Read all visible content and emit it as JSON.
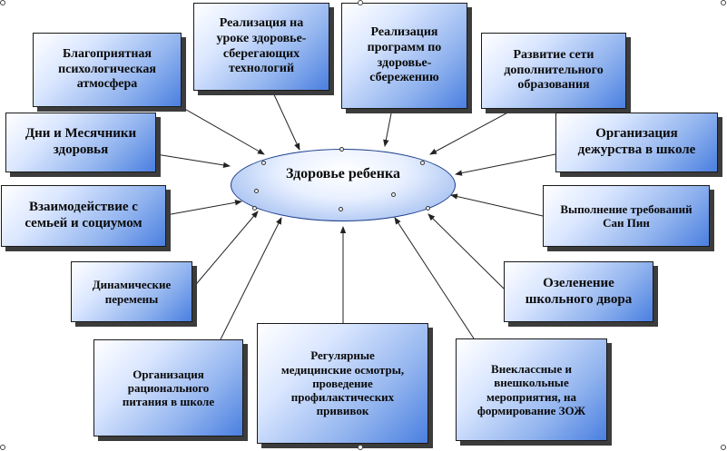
{
  "center": {
    "label": "Здоровье ребенка"
  },
  "boxes": {
    "atmosphere": [
      "Благоприятная",
      "психологическая",
      "атмосфера"
    ],
    "lesson_tech": [
      "Реализация на",
      "уроке здоровье-",
      "сберегающих",
      "технологий"
    ],
    "programs": [
      "Реализация",
      "программ по",
      "здоровье-",
      "сбережению"
    ],
    "extra_edu": [
      "Развитие сети",
      "дополнительного",
      "образования"
    ],
    "health_days": [
      "Дни и Месячники",
      "здоровья"
    ],
    "duty": [
      "Организация",
      "дежурства в школе"
    ],
    "family": [
      "Взаимодействие с",
      "семьей и социумом"
    ],
    "sanpin": [
      "Выполнение требований",
      "Сан Пин"
    ],
    "dynamic_breaks": [
      "Динамические",
      "перемены"
    ],
    "greening": [
      "Озеленение",
      "школьного двора"
    ],
    "nutrition": [
      "Организация",
      "рационального",
      "питания в школе"
    ],
    "medical": [
      "Регулярные",
      "медицинские осмотры,",
      "проведение",
      "профилактических",
      "прививок"
    ],
    "extracurricular": [
      "Внеклассные и",
      "внешкольные",
      "мероприятия, на",
      "формирование ЗОЖ"
    ]
  },
  "colors": {
    "box_gradient_light": "#ffffff",
    "box_gradient_dark": "#4a7fe0",
    "shadow": "#3c3c3c",
    "ellipse_fill": "#aac4f2",
    "ellipse_border": "#1a3c8a",
    "connector": "#222222"
  }
}
